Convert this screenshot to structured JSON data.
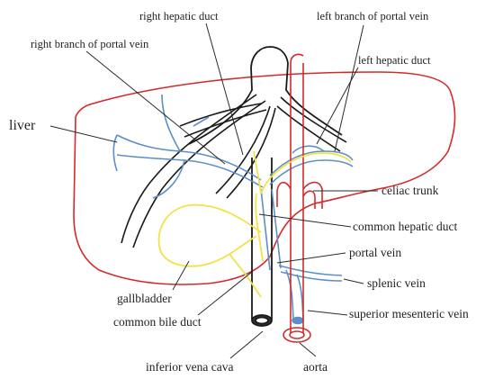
{
  "labels": {
    "right_hepatic_duct": "right hepatic duct",
    "left_branch_portal_vein": "left branch of portal vein",
    "right_branch_portal_vein": "right branch of portal vein",
    "left_hepatic_duct": "left hepatic duct",
    "liver": "liver",
    "celiac_trunk": "celiac trunk",
    "common_hepatic_duct": "common hepatic duct",
    "portal_vein": "portal vein",
    "splenic_vein": "splenic vein",
    "gallbladder": "gallbladder",
    "common_bile_duct": "common bile duct",
    "superior_mesenteric_vein": "superior mesenteric vein",
    "inferior_vena_cava": "inferior vena cava",
    "aorta": "aorta"
  },
  "colors": {
    "liver_outline": "#d42a2a",
    "aorta": "#d42a2a",
    "hepatic_veins": "#1a1a1a",
    "portal_system": "#5b8fc7",
    "bile_ducts": "#f2e24a",
    "leader_lines": "#2a2a2a"
  }
}
